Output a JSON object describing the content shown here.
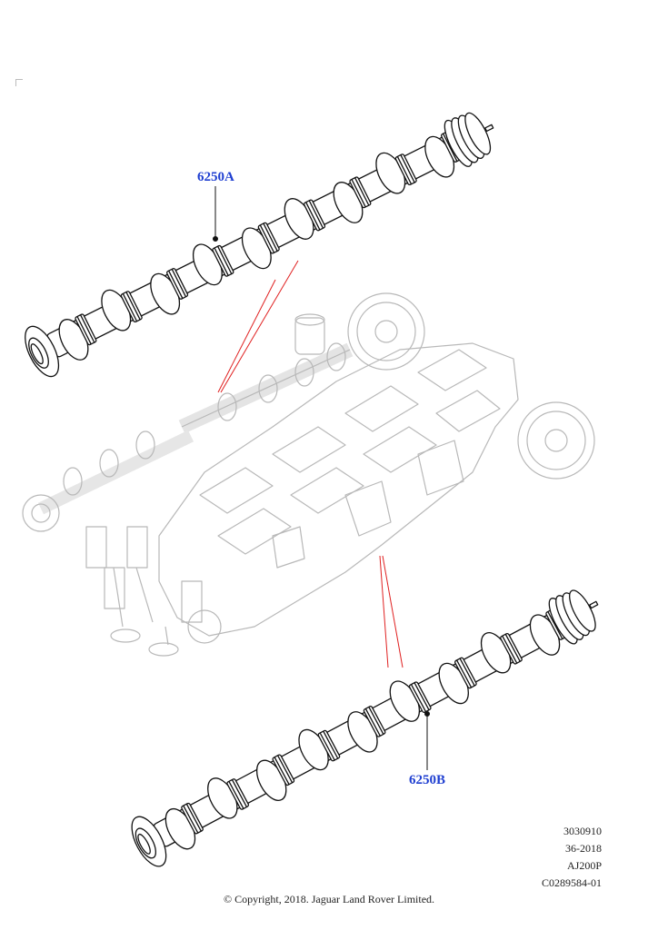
{
  "callouts": {
    "upper": "6250A",
    "lower": "6250B"
  },
  "reference": {
    "line1": "3030910",
    "line2": "36-2018",
    "line3": "AJ200P",
    "line4": "C0289584-01"
  },
  "copyright": "© Copyright, 2018. Jaguar Land Rover Limited.",
  "colors": {
    "callout_text": "#1f3fd1",
    "leader_lines": "#e02020",
    "line_art": "#111111",
    "ghost_art": "#b5b5b5"
  }
}
